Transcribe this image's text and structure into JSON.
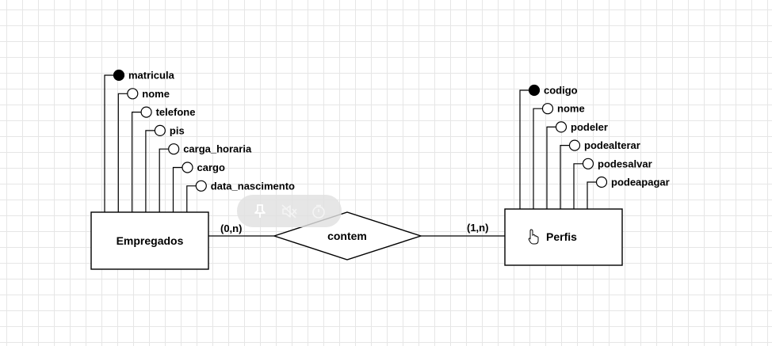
{
  "diagram": {
    "entities": [
      {
        "id": "empregados",
        "label": "Empregados"
      },
      {
        "id": "perfis",
        "label": "Perfis"
      }
    ],
    "relationship": {
      "label": "contem"
    },
    "cardinalities": {
      "left": "(0,n)",
      "right": "(1,n)"
    },
    "attributes": {
      "empregados": [
        {
          "label": "matricula",
          "key": true
        },
        {
          "label": "nome",
          "key": false
        },
        {
          "label": "telefone",
          "key": false
        },
        {
          "label": "pis",
          "key": false
        },
        {
          "label": "carga_horaria",
          "key": false
        },
        {
          "label": "cargo",
          "key": false
        },
        {
          "label": "data_nascimento",
          "key": false
        }
      ],
      "perfis": [
        {
          "label": "codigo",
          "key": true
        },
        {
          "label": "nome",
          "key": false
        },
        {
          "label": "podeler",
          "key": false
        },
        {
          "label": "podealterar",
          "key": false
        },
        {
          "label": "podesalvar",
          "key": false
        },
        {
          "label": "podeapagar",
          "key": false
        }
      ]
    }
  },
  "toolbar": {
    "icons": [
      "pin-icon",
      "mute-icon",
      "timer-icon"
    ]
  },
  "cursor": {
    "icon": "hand-cursor-icon"
  }
}
